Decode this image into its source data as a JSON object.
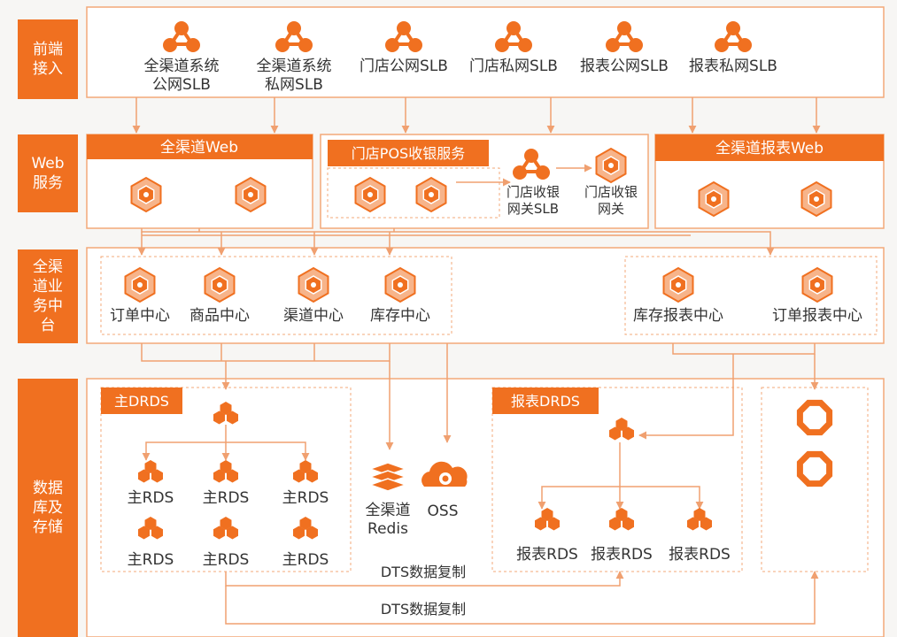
{
  "colors": {
    "accent": "#f07020",
    "box_border": "#f3a878",
    "text": "#333333",
    "line": "#f0a070",
    "white": "#ffffff"
  },
  "layers": [
    {
      "id": "front",
      "label": [
        "前端",
        "接入"
      ]
    },
    {
      "id": "web",
      "label": [
        "Web",
        "服务"
      ]
    },
    {
      "id": "biz",
      "label": [
        "全渠",
        "道业",
        "务中",
        "台"
      ]
    },
    {
      "id": "data",
      "label": [
        "数据",
        "库及",
        "存储"
      ]
    }
  ],
  "front": {
    "slbs": [
      {
        "label": [
          "全渠道系统",
          "公网SLB"
        ]
      },
      {
        "label": [
          "全渠道系统",
          "私网SLB"
        ]
      },
      {
        "label": [
          "门店公网SLB"
        ]
      },
      {
        "label": [
          "门店私网SLB"
        ]
      },
      {
        "label": [
          "报表公网SLB"
        ]
      },
      {
        "label": [
          "报表私网SLB"
        ]
      }
    ]
  },
  "web": {
    "omni_title": "全渠道Web",
    "pos_title": "门店POS收银服务",
    "report_title": "全渠道报表Web",
    "gateway_slb_label": [
      "门店收银",
      "网关SLB"
    ],
    "gateway_label": [
      "门店收银",
      "网关"
    ]
  },
  "biz": {
    "services": [
      {
        "label": "订单中心"
      },
      {
        "label": "商品中心"
      },
      {
        "label": "渠道中心"
      },
      {
        "label": "库存中心"
      }
    ],
    "report_services": [
      {
        "label": "库存报表中心"
      },
      {
        "label": "订单报表中心"
      }
    ]
  },
  "data": {
    "main_drds_title": "主DRDS",
    "report_drds_title": "报表DRDS",
    "main_rds_label": "主RDS",
    "report_rds_label": "报表RDS",
    "redis_label": [
      "全渠道",
      "Redis"
    ],
    "oss_label": "OSS",
    "dts_label_1": "DTS数据复制",
    "dts_label_2": "DTS数据复制"
  }
}
